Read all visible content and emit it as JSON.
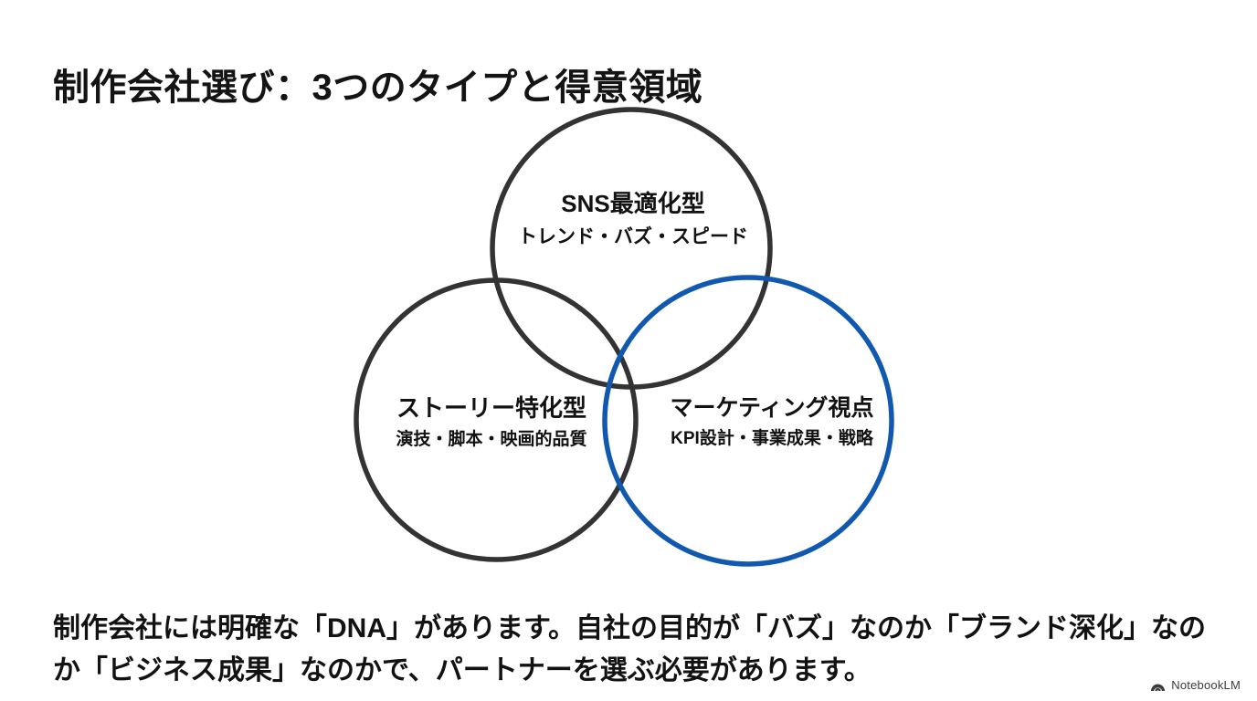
{
  "slide": {
    "title": "制作会社選び：3つのタイプと得意領域",
    "caption": "制作会社には明確な「DNA」があります。自社の目的が「バズ」なのか「ブランド深化」なのか「ビジネス成果」なのかで、パートナーを選ぶ必要があります。"
  },
  "diagram": {
    "type": "venn",
    "circles": [
      {
        "id": "top",
        "title": "SNS最適化型",
        "subtitle": "トレンド・バズ・スピード",
        "stroke_color": "#333333"
      },
      {
        "id": "left",
        "title": "ストーリー特化型",
        "subtitle": "演技・脚本・映画的品質",
        "stroke_color": "#333333"
      },
      {
        "id": "right",
        "title": "マーケティング視点",
        "subtitle": "KPI設計・事業成果・戦略",
        "stroke_color": "#1158B0"
      }
    ]
  },
  "watermark": {
    "icon": "notebooklm-spiral-icon",
    "label": "NotebookLM"
  },
  "colors": {
    "background": "#ffffff",
    "text": "#121212",
    "stroke_dark": "#333333",
    "accent_blue": "#1158B0"
  }
}
